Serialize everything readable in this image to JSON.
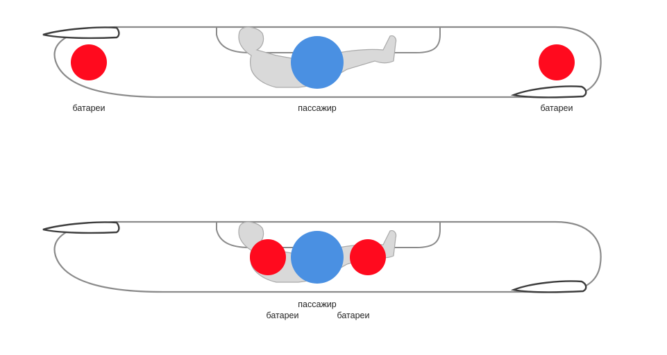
{
  "labels": {
    "battery": "батареи",
    "passenger": "пассажир"
  },
  "colors": {
    "battery": "#ff0a1e",
    "passenger": "#4a90e2",
    "hull_outline": "#8a8a8a",
    "wing_outline": "#3c3c3c",
    "person_fill": "#d9d9d9"
  },
  "configurations": [
    {
      "name": "batteries-at-ends",
      "battery_labels": [
        "батареи",
        "батареи"
      ],
      "passenger_label": "пассажир"
    },
    {
      "name": "batteries-beside-passenger",
      "battery_labels": [
        "батареи",
        "батареи"
      ],
      "passenger_label": "пассажир"
    }
  ]
}
